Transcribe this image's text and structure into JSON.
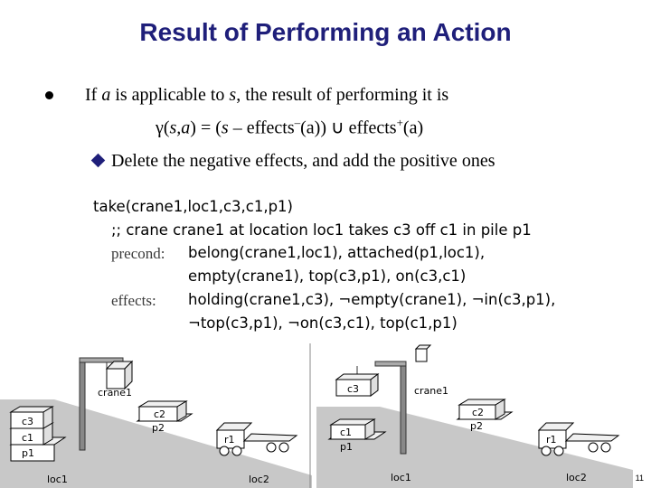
{
  "title": "Result of Performing an Action",
  "bullet": {
    "part1": "If ",
    "a": "a",
    "part2": " is applicable to ",
    "s": "s",
    "part3": ", the result of performing it is"
  },
  "formula": {
    "gamma": "γ(",
    "sa": "s,a",
    "eq": ") = (",
    "s": "s",
    "minus": " – effects",
    "sup_minus": "–",
    "mid": "(a)) ∪ effects",
    "sup_plus": "+",
    "end": "(a)"
  },
  "subbullet": "Delete the negative effects, and add the positive ones",
  "operator": {
    "head": "take(crane1,loc1,c3,c1,p1)",
    "comment": ";; crane crane1 at location loc1 takes c3 off c1 in pile p1",
    "precond_label": "precond:",
    "precond_1": "belong(crane1,loc1),  attached(p1,loc1),",
    "precond_2": "empty(crane1),  top(c3,p1),  on(c3,c1)",
    "effects_label": "effects:",
    "effects_1": "holding(crane1,c3),  ¬empty(crane1),  ¬in(c3,p1),",
    "effects_2": "¬top(c3,p1),  ¬on(c3,c1),  top(c1,p1)"
  },
  "left_scene": {
    "crane": "crane1",
    "c3": "c3",
    "c1": "c1",
    "p1": "p1",
    "c2": "c2",
    "p2": "p2",
    "r1": "r1",
    "loc1": "loc1",
    "loc2": "loc2"
  },
  "right_scene": {
    "c3": "c3",
    "crane": "crane1",
    "c1": "c1",
    "p1": "p1",
    "c2": "c2",
    "p2": "p2",
    "r1": "r1",
    "loc1": "loc1",
    "loc2": "loc2"
  },
  "page_number": "11",
  "colors": {
    "title": "#1f1f7a",
    "ground": "#c8c8c8"
  }
}
